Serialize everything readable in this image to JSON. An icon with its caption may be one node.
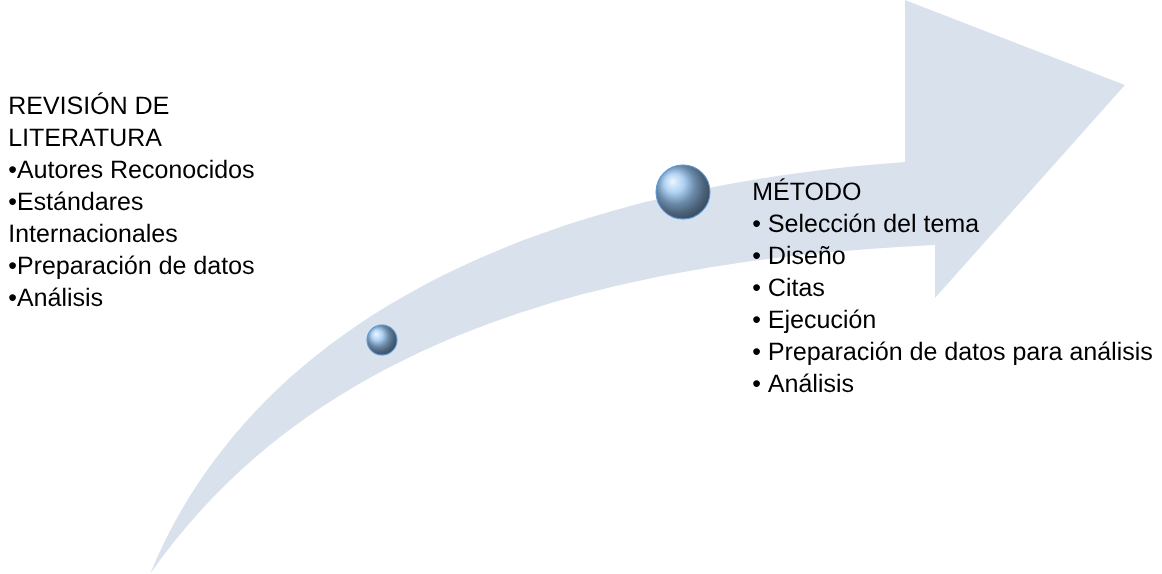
{
  "diagram": {
    "nodes": [
      {
        "text": [],
        "shape": "circle",
        "beside": [
          "REVISIÓN DE LITERATURA",
          "•Autores Reconocidos",
          "•Estándares Internacionales",
          "•Preparación de datos",
          "•Análisis"
        ]
      },
      {
        "text": [],
        "shape": "circle",
        "beside": [
          "MÉTODO",
          "• Selección del tema",
          "• Diseño",
          "• Citas",
          "• Ejecución",
          "• Preparación de datos para análisis",
          "• Análisis"
        ]
      }
    ]
  }
}
